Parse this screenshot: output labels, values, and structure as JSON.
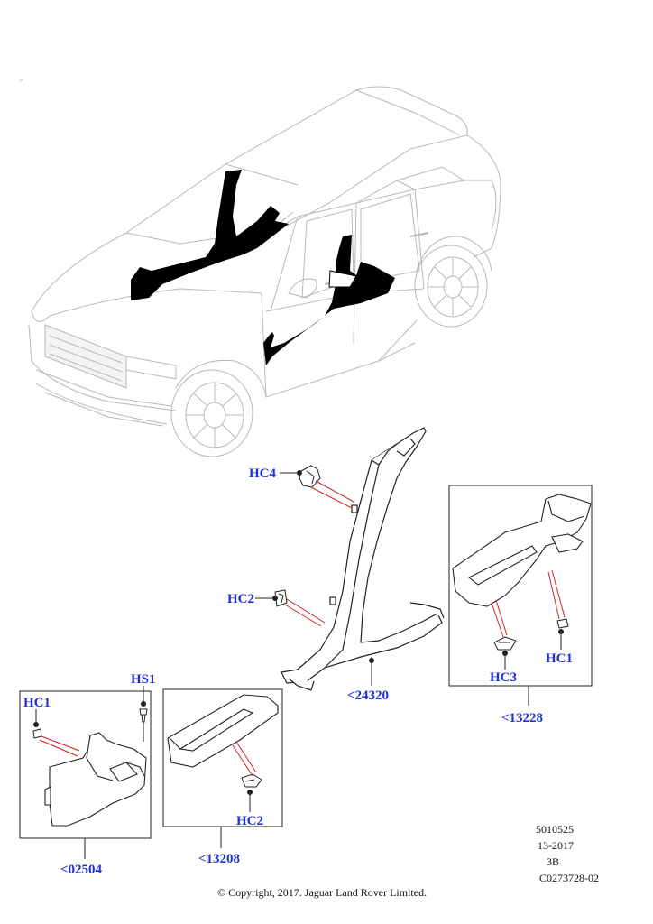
{
  "callouts": {
    "hc4": "HC4",
    "hc2_pillar": "HC2",
    "hs1": "HS1",
    "hc1_left": "HC1",
    "hc2_step": "HC2",
    "hc3": "HC3",
    "hc1_right": "HC1"
  },
  "part_refs": {
    "pillar": "<24320",
    "right_box": "<13228",
    "left_box": "<02504",
    "middle_box": "<13208"
  },
  "meta": {
    "line1": "5010525",
    "line2": "13-2017",
    "line3": "3B",
    "line4": "C0273728-02"
  },
  "copyright": "© Copyright, 2017. Jaguar Land Rover Limited.",
  "colors": {
    "callout": "#1f2fd6",
    "leader_red": "#d42020",
    "line": "#222222",
    "car_line": "#b5b5b5",
    "fill_black": "#000000"
  }
}
